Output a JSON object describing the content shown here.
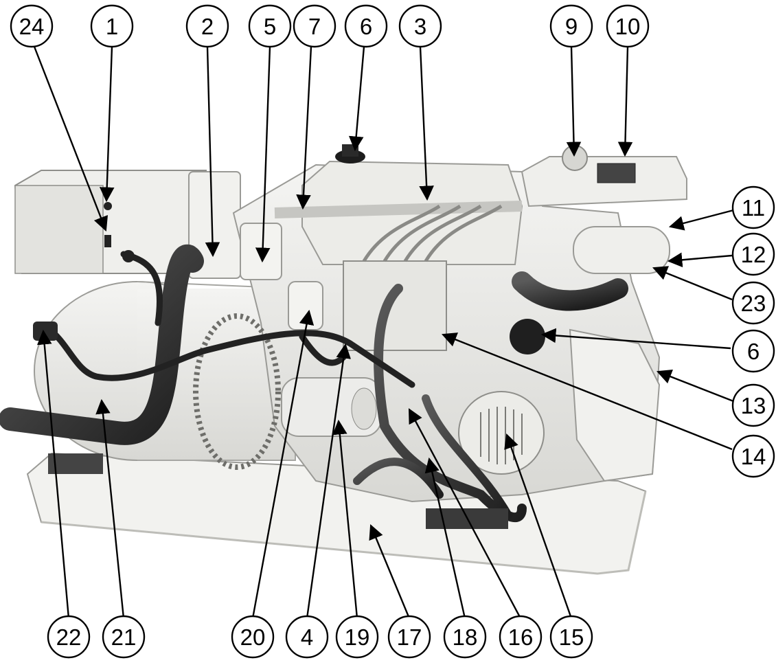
{
  "figure": {
    "description_hidden": "",
    "callouts": [
      {
        "id": "c24",
        "label": "24"
      },
      {
        "id": "c1",
        "label": "1"
      },
      {
        "id": "c2",
        "label": "2"
      },
      {
        "id": "c5",
        "label": "5"
      },
      {
        "id": "c7",
        "label": "7"
      },
      {
        "id": "c6top",
        "label": "6"
      },
      {
        "id": "c3",
        "label": "3"
      },
      {
        "id": "c9",
        "label": "9"
      },
      {
        "id": "c10",
        "label": "10"
      },
      {
        "id": "c11",
        "label": "11"
      },
      {
        "id": "c12",
        "label": "12"
      },
      {
        "id": "c23",
        "label": "23"
      },
      {
        "id": "c6right",
        "label": "6"
      },
      {
        "id": "c13",
        "label": "13"
      },
      {
        "id": "c14",
        "label": "14"
      },
      {
        "id": "c15",
        "label": "15"
      },
      {
        "id": "c16",
        "label": "16"
      },
      {
        "id": "c18",
        "label": "18"
      },
      {
        "id": "c17",
        "label": "17"
      },
      {
        "id": "c19",
        "label": "19"
      },
      {
        "id": "c4",
        "label": "4"
      },
      {
        "id": "c20",
        "label": "20"
      },
      {
        "id": "c21",
        "label": "21"
      },
      {
        "id": "c22",
        "label": "22"
      }
    ]
  }
}
